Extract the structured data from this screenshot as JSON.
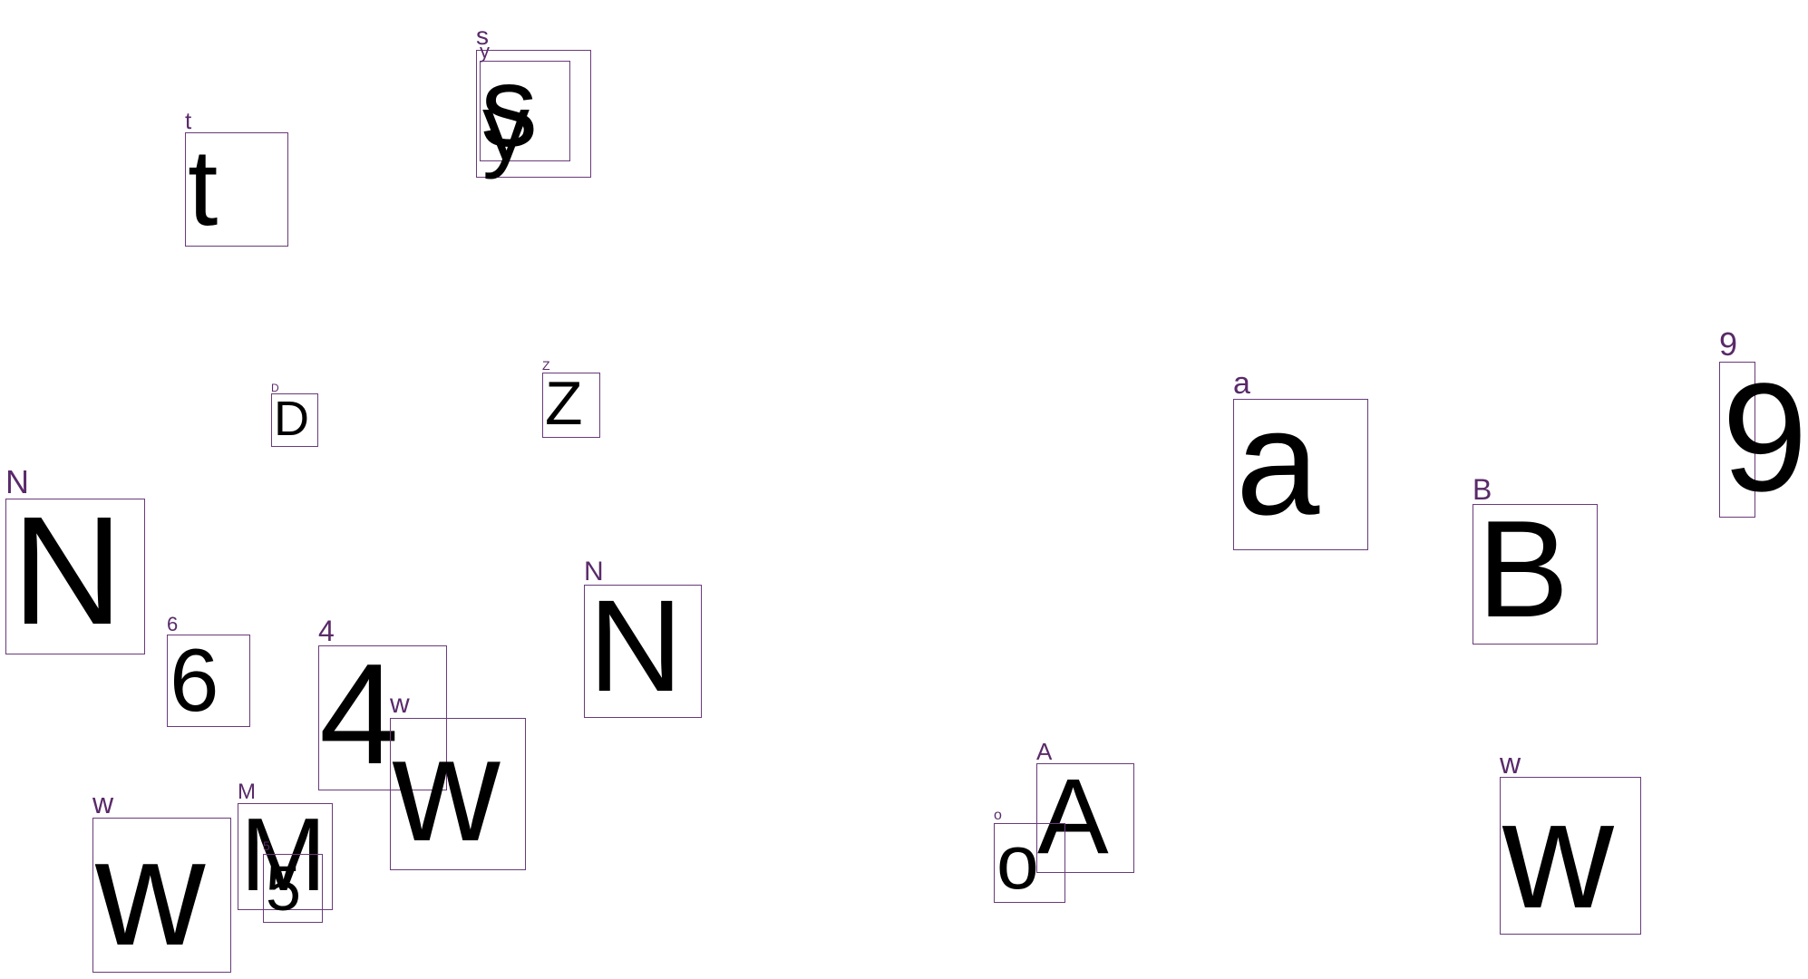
{
  "colors": {
    "box_border": "#6a3a7a",
    "label": "#5a2a6a",
    "glyph": "#000000",
    "background": "#ffffff"
  },
  "glyphs": [
    {
      "char": "t",
      "label": "t"
    },
    {
      "char": "s",
      "label": "s"
    },
    {
      "char": "y",
      "label": "y"
    },
    {
      "char": "D",
      "label": "D"
    },
    {
      "char": "Z",
      "label": "Z"
    },
    {
      "char": "N",
      "label": "N"
    },
    {
      "char": "a",
      "label": "a"
    },
    {
      "char": "9",
      "label": "9"
    },
    {
      "char": "B",
      "label": "B"
    },
    {
      "char": "6",
      "label": "6"
    },
    {
      "char": "4",
      "label": "4"
    },
    {
      "char": "N",
      "label": "N"
    },
    {
      "char": "w",
      "label": "w"
    },
    {
      "char": "w",
      "label": "w"
    },
    {
      "char": "M",
      "label": "M"
    },
    {
      "char": "5",
      "label": "5"
    },
    {
      "char": "A",
      "label": "A"
    },
    {
      "char": "o",
      "label": "o"
    },
    {
      "char": "w",
      "label": "w"
    }
  ]
}
